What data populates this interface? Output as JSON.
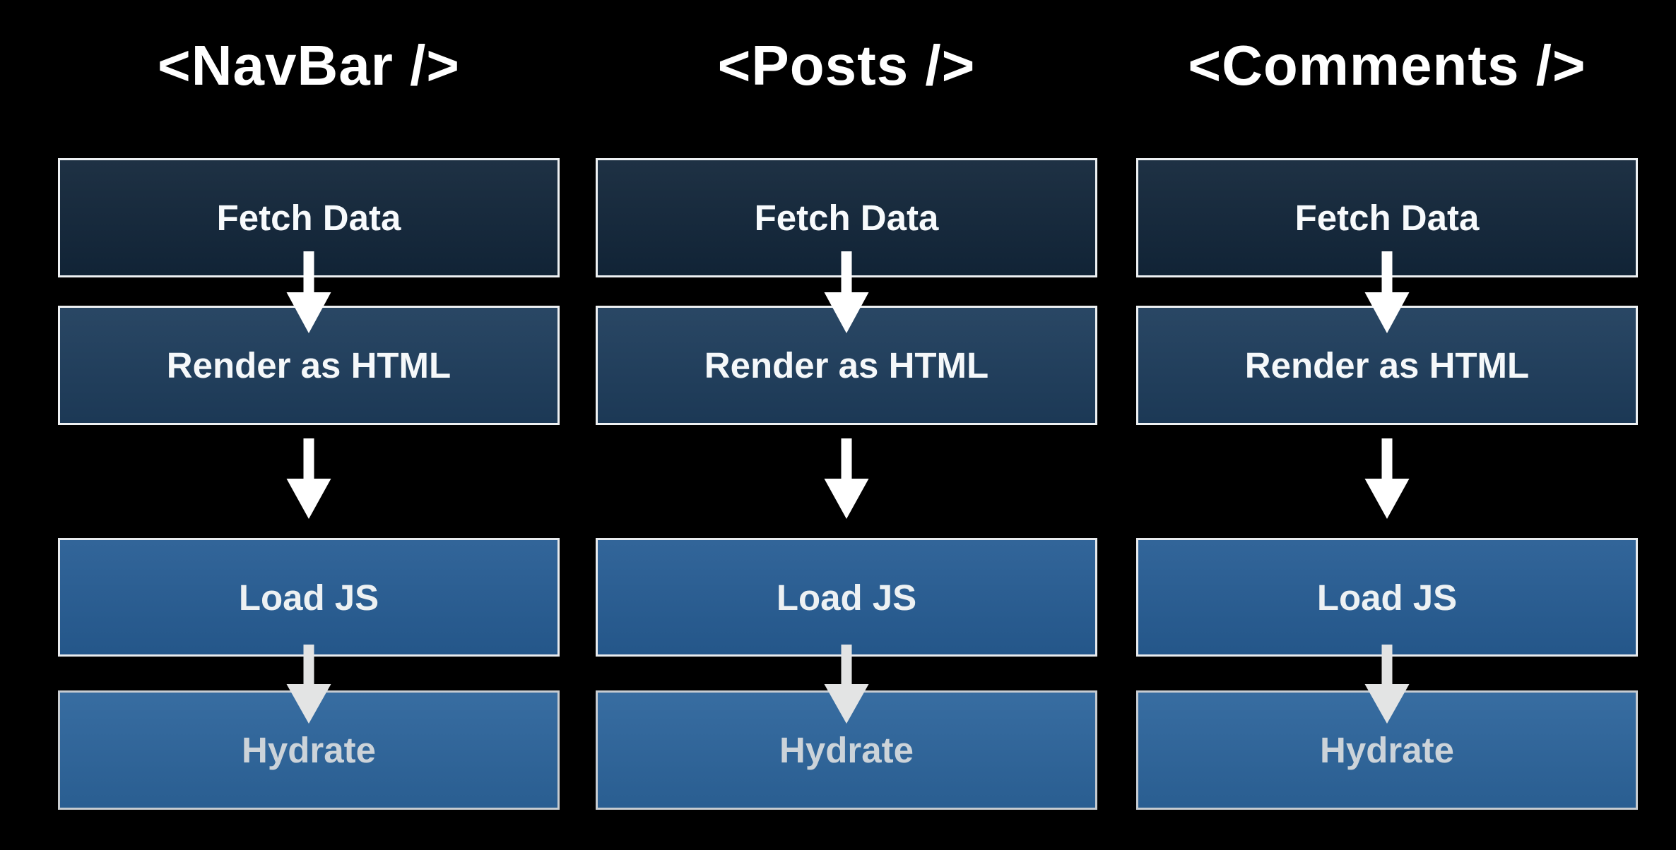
{
  "colors": {
    "canvas_bg": "#000000",
    "title_text": "#ffffff",
    "fetch_bg": "#12263a",
    "fetch_border": "#eef1f3",
    "fetch_text": "#f7fafc",
    "render_bg": "#1e3d5c",
    "render_border": "#eef1f3",
    "render_text": "#f5f8fa",
    "loadjs_bg": "#275d94",
    "loadjs_border": "#e8ebee",
    "loadjs_text": "#edf1f3",
    "hydrate_bg": "#2d659c",
    "hydrate_border": "#c7ccd1",
    "hydrate_text": "#ccd3d9",
    "arrow_primary": "#ffffff",
    "arrow_muted": "#e3e4e4"
  },
  "columns": [
    {
      "title": "<NavBar />",
      "steps": [
        {
          "label": "Fetch Data"
        },
        {
          "label": "Render as HTML"
        },
        {
          "label": "Load JS"
        },
        {
          "label": "Hydrate"
        }
      ]
    },
    {
      "title": "<Posts />",
      "steps": [
        {
          "label": "Fetch Data"
        },
        {
          "label": "Render as HTML"
        },
        {
          "label": "Load JS"
        },
        {
          "label": "Hydrate"
        }
      ]
    },
    {
      "title": "<Comments />",
      "steps": [
        {
          "label": "Fetch Data"
        },
        {
          "label": "Render as HTML"
        },
        {
          "label": "Load JS"
        },
        {
          "label": "Hydrate"
        }
      ]
    }
  ]
}
